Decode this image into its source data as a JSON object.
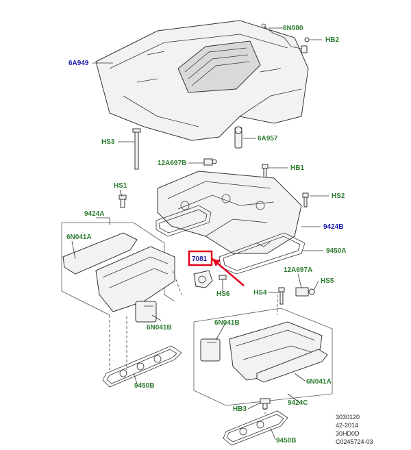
{
  "callouts": {
    "c_6N080": "6N080",
    "c_HB2": "HB2",
    "c_6A949": "6A949",
    "c_HS3": "HS3",
    "c_6A957": "6A957",
    "c_12A697B": "12A697B",
    "c_HB1": "HB1",
    "c_HS1": "HS1",
    "c_HS2": "HS2",
    "c_9424A": "9424A",
    "c_9424B": "9424B",
    "c_6N041A_top": "6N041A",
    "c_7081": "7081",
    "c_9450A": "9450A",
    "c_12A697A": "12A697A",
    "c_HS5": "HS5",
    "c_HS6": "HS6",
    "c_HS4": "HS4",
    "c_6N041B_left": "6N041B",
    "c_6N041B_right": "6N041B",
    "c_6N041A_bottom": "6N041A",
    "c_9450B_left": "9450B",
    "c_9424C": "9424C",
    "c_HB3": "HB3",
    "c_9450B_bottom": "9450B"
  },
  "reference_codes": [
    "3030120",
    "42-2014",
    "30HD0D",
    "C0245724-03"
  ],
  "highlight_color": "#e3001b",
  "label_color_green": "#2e7d32",
  "label_color_blue": "#1a1aa8"
}
